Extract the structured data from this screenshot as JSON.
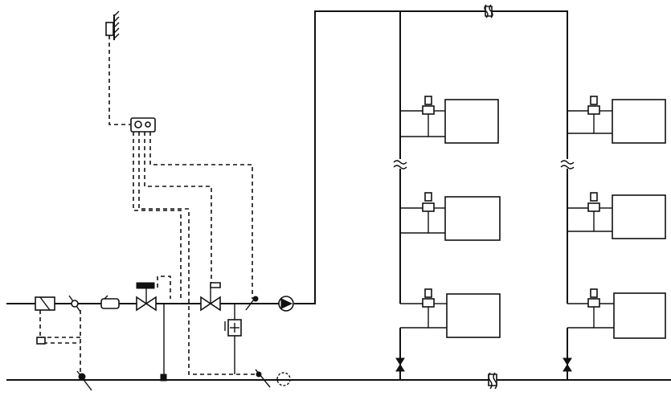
{
  "diagram": {
    "type": "heating-schematic",
    "radiator_columns": 2,
    "radiators_per_column": 3,
    "icons": [
      "outdoor-sensor-icon",
      "controller-icon",
      "valve-icon",
      "pump-icon",
      "radiator-icon",
      "thermostatic-valve-icon",
      "flow-meter-icon",
      "strainer-icon"
    ]
  }
}
